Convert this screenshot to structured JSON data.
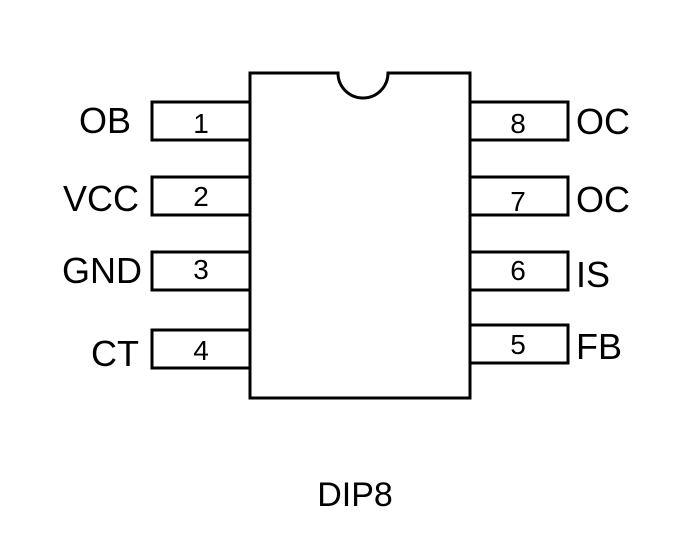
{
  "package": {
    "name": "DIP8",
    "pins_left": [
      {
        "number": "1",
        "label": "OB"
      },
      {
        "number": "2",
        "label": "VCC"
      },
      {
        "number": "3",
        "label": "GND"
      },
      {
        "number": "4",
        "label": "CT"
      }
    ],
    "pins_right": [
      {
        "number": "8",
        "label": "OC"
      },
      {
        "number": "7",
        "label": "OC"
      },
      {
        "number": "6",
        "label": "IS"
      },
      {
        "number": "5",
        "label": "FB"
      }
    ]
  }
}
